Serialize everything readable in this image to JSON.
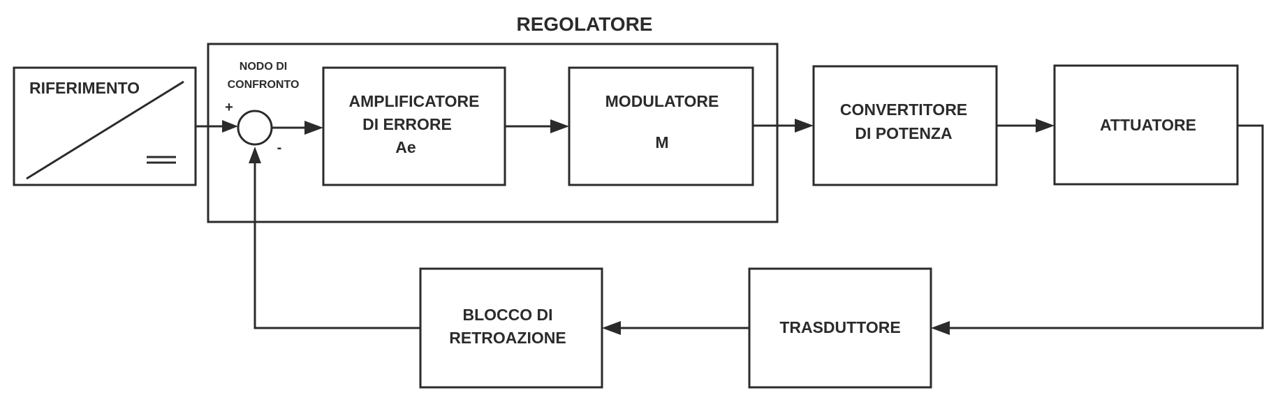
{
  "regolatore": {
    "title": "REGOLATORE"
  },
  "riferimento": {
    "label": "RIFERIMENTO"
  },
  "nodo": {
    "line1": "NODO DI",
    "line2": "CONFRONTO",
    "plus": "+",
    "minus": "-"
  },
  "amplificatore": {
    "line1": "AMPLIFICATORE",
    "line2": "DI ERRORE",
    "line3": "Ae"
  },
  "modulatore": {
    "line1": "MODULATORE",
    "line2": "M"
  },
  "convertitore": {
    "line1": "CONVERTITORE",
    "line2": "DI POTENZA"
  },
  "attuatore": {
    "label": "ATTUATORE"
  },
  "trasduttore": {
    "label": "TRASDUTTORE"
  },
  "retroazione": {
    "line1": "BLOCCO DI",
    "line2": "RETROAZIONE"
  },
  "colors": {
    "ink": "#2b2b2b",
    "background": "#ffffff"
  }
}
